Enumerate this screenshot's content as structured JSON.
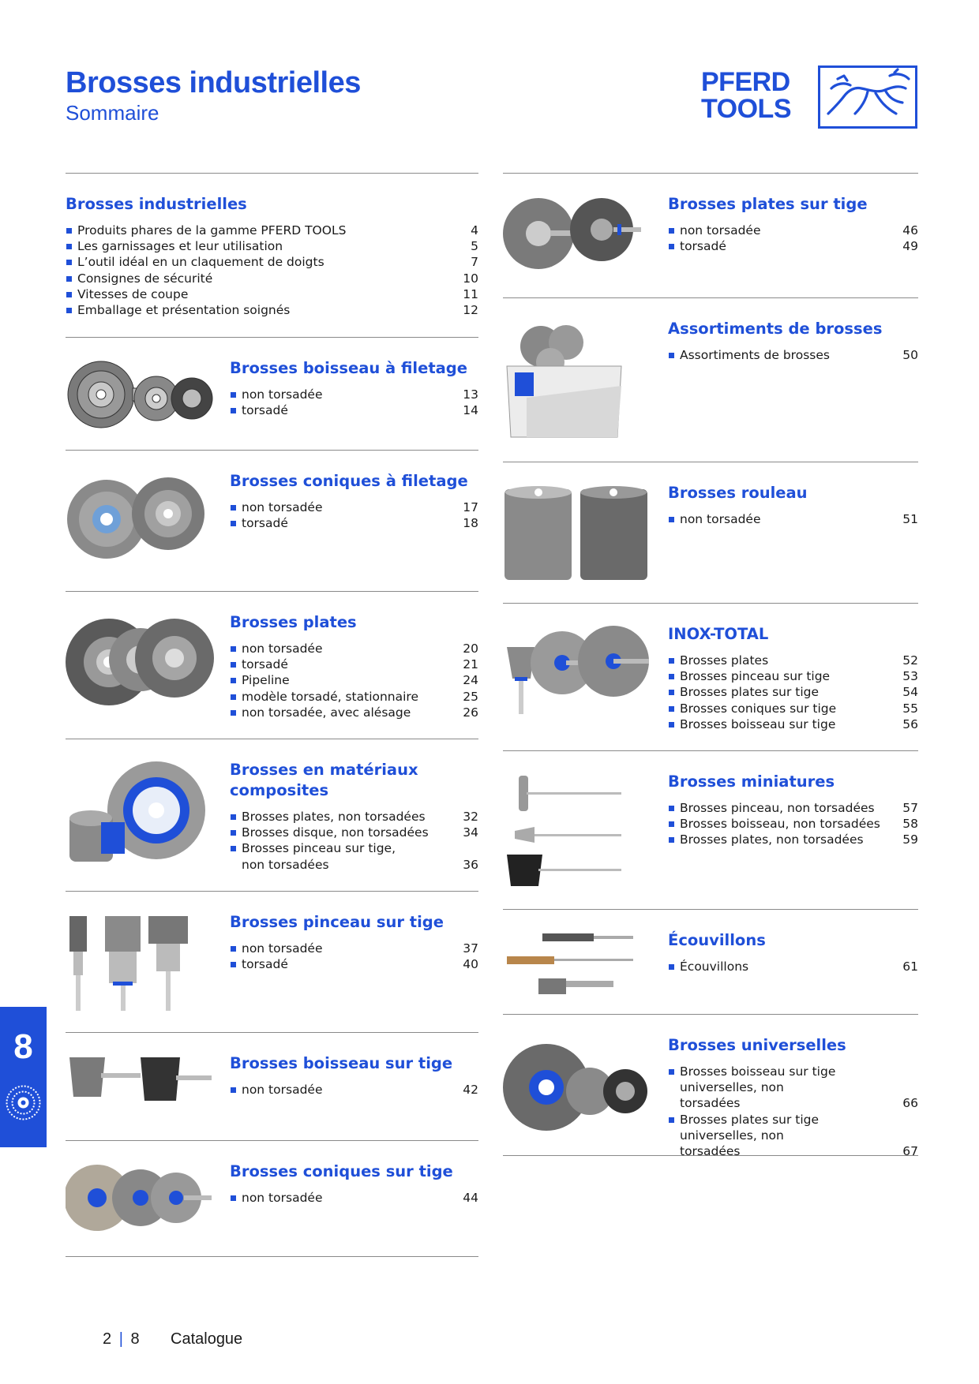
{
  "header": {
    "title": "Brosses industrielles",
    "subtitle": "Sommaire",
    "logo_line1": "PFERD",
    "logo_line2": "TOOLS"
  },
  "colors": {
    "brand_blue": "#1f4fd8",
    "rule_gray": "#8a8a8a"
  },
  "left": [
    {
      "title": "Brosses industrielles",
      "items": [
        {
          "label": "Produits phares de la gamme PFERD TOOLS",
          "page": "4"
        },
        {
          "label": "Les garnissages et leur utilisation",
          "page": "5"
        },
        {
          "label": "L’outil idéal en un claquement de doigts",
          "page": "7"
        },
        {
          "label": "Consignes de sécurité",
          "page": "10"
        },
        {
          "label": "Vitesses de coupe",
          "page": "11"
        },
        {
          "label": "Emballage et présentation soignés",
          "page": "12"
        }
      ]
    },
    {
      "title": "Brosses boisseau à filetage",
      "items": [
        {
          "label": "non torsadée",
          "page": "13"
        },
        {
          "label": "torsadé",
          "page": "14"
        }
      ]
    },
    {
      "title": "Brosses coniques à filetage",
      "items": [
        {
          "label": "non torsadée",
          "page": "17"
        },
        {
          "label": "torsadé",
          "page": "18"
        }
      ]
    },
    {
      "title": "Brosses plates",
      "items": [
        {
          "label": "non torsadée",
          "page": "20"
        },
        {
          "label": "torsadé",
          "page": "21"
        },
        {
          "label": "Pipeline",
          "page": "24"
        },
        {
          "label": "modèle torsadé, stationnaire",
          "page": "25"
        },
        {
          "label": "non torsadée, avec alésage",
          "page": "26"
        }
      ]
    },
    {
      "title": "Brosses en matériaux composites",
      "items": [
        {
          "label": "Brosses plates, non torsadées",
          "page": "32"
        },
        {
          "label": "Brosses disque, non torsadées",
          "page": "34"
        },
        {
          "label": "Brosses pinceau sur tige, non torsadées",
          "page": "36"
        }
      ]
    },
    {
      "title": "Brosses pinceau sur tige",
      "items": [
        {
          "label": "non torsadée",
          "page": "37"
        },
        {
          "label": "torsadé",
          "page": "40"
        }
      ]
    },
    {
      "title": "Brosses boisseau sur tige",
      "items": [
        {
          "label": "non torsadée",
          "page": "42"
        }
      ]
    },
    {
      "title": "Brosses coniques sur tige",
      "items": [
        {
          "label": "non torsadée",
          "page": "44"
        }
      ]
    }
  ],
  "right": [
    {
      "title": "Brosses plates sur tige",
      "items": [
        {
          "label": "non torsadée",
          "page": "46"
        },
        {
          "label": "torsadé",
          "page": "49"
        }
      ]
    },
    {
      "title": "Assortiments de brosses",
      "items": [
        {
          "label": "Assortiments de brosses",
          "page": "50"
        }
      ]
    },
    {
      "title": "Brosses rouleau",
      "items": [
        {
          "label": "non torsadée",
          "page": "51"
        }
      ]
    },
    {
      "title": "INOX-TOTAL",
      "items": [
        {
          "label": "Brosses plates",
          "page": "52"
        },
        {
          "label": "Brosses pinceau sur tige",
          "page": "53"
        },
        {
          "label": "Brosses plates sur tige",
          "page": "54"
        },
        {
          "label": "Brosses coniques sur tige",
          "page": "55"
        },
        {
          "label": "Brosses boisseau sur tige",
          "page": "56"
        }
      ]
    },
    {
      "title": "Brosses miniatures",
      "items": [
        {
          "label": "Brosses pinceau, non torsadées",
          "page": "57"
        },
        {
          "label": "Brosses boisseau, non torsadées",
          "page": "58"
        },
        {
          "label": "Brosses plates, non torsadées",
          "page": "59"
        }
      ]
    },
    {
      "title": "Écouvillons",
      "items": [
        {
          "label": "Écouvillons",
          "page": "61"
        }
      ]
    },
    {
      "title": "Brosses universelles",
      "items": [
        {
          "label": "Brosses boisseau sur tige universelles, non torsadées",
          "page": "66"
        },
        {
          "label": "Brosses plates sur tige universelles, non torsadées",
          "page": "67"
        }
      ]
    }
  ],
  "side_tab": {
    "number": "8",
    "icon": "brush-wheel-icon"
  },
  "footer": {
    "page": "2",
    "chapter": "8",
    "label": "Catalogue"
  }
}
